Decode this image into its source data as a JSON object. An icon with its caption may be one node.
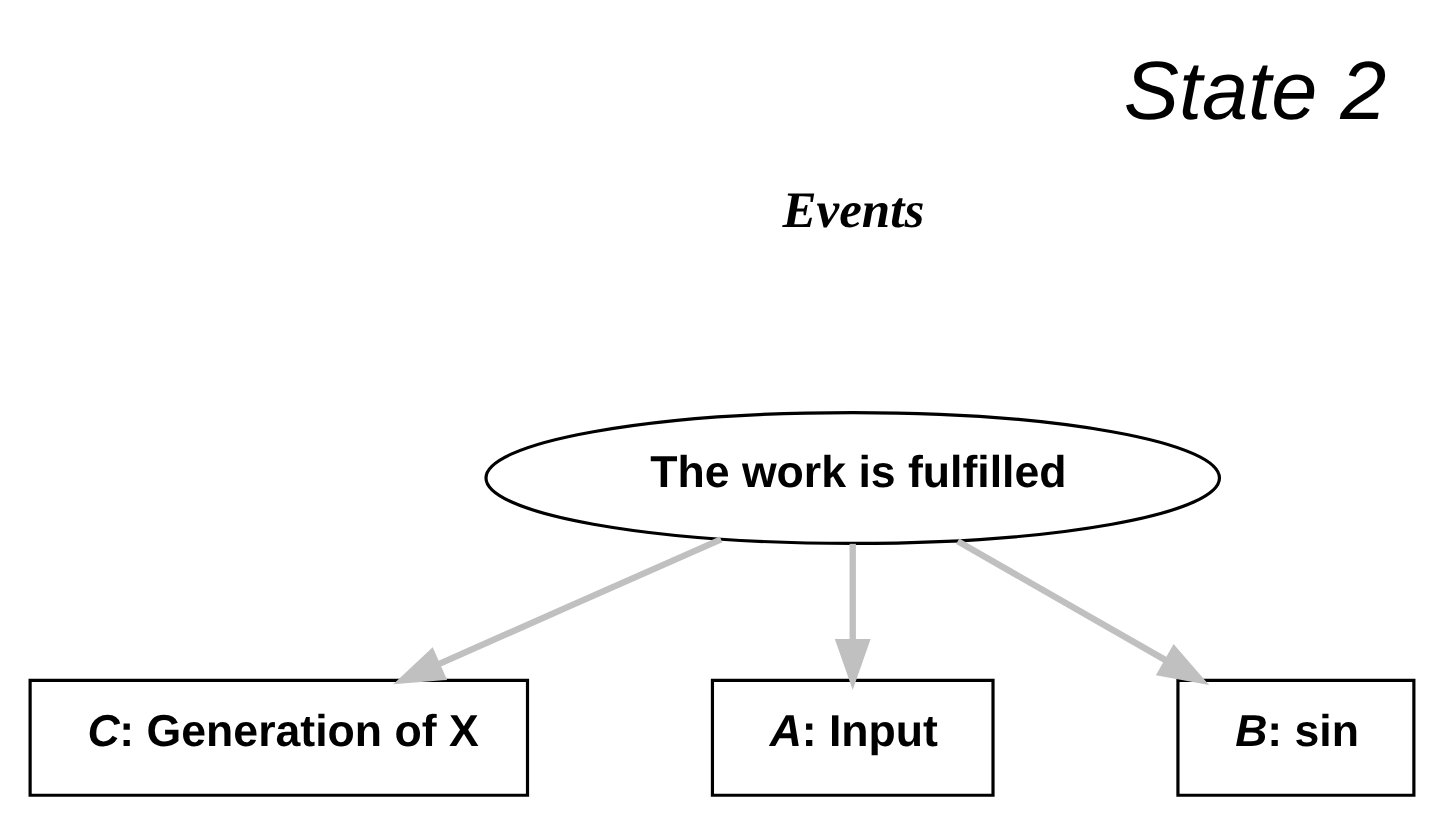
{
  "diagram": {
    "title": "State 2",
    "nodes": [
      {
        "text": [
          "*C*: Generation of X"
        ]
      },
      {
        "text": [
          "The work is fulfilled"
        ]
      },
      {
        "text": [
          "*A*: Input"
        ]
      },
      {
        "text": [
          "*B*: sin"
        ]
      }
    ],
    "edges": [
      {
        "from": 1,
        "to": 2,
        "arrow": "to"
      },
      {
        "from": 1,
        "to": 3,
        "arrow": "to"
      },
      {
        "from": 1,
        "to": 0,
        "arrow": "to"
      }
    ],
    "labels": [
      "*Events*"
    ]
  }
}
